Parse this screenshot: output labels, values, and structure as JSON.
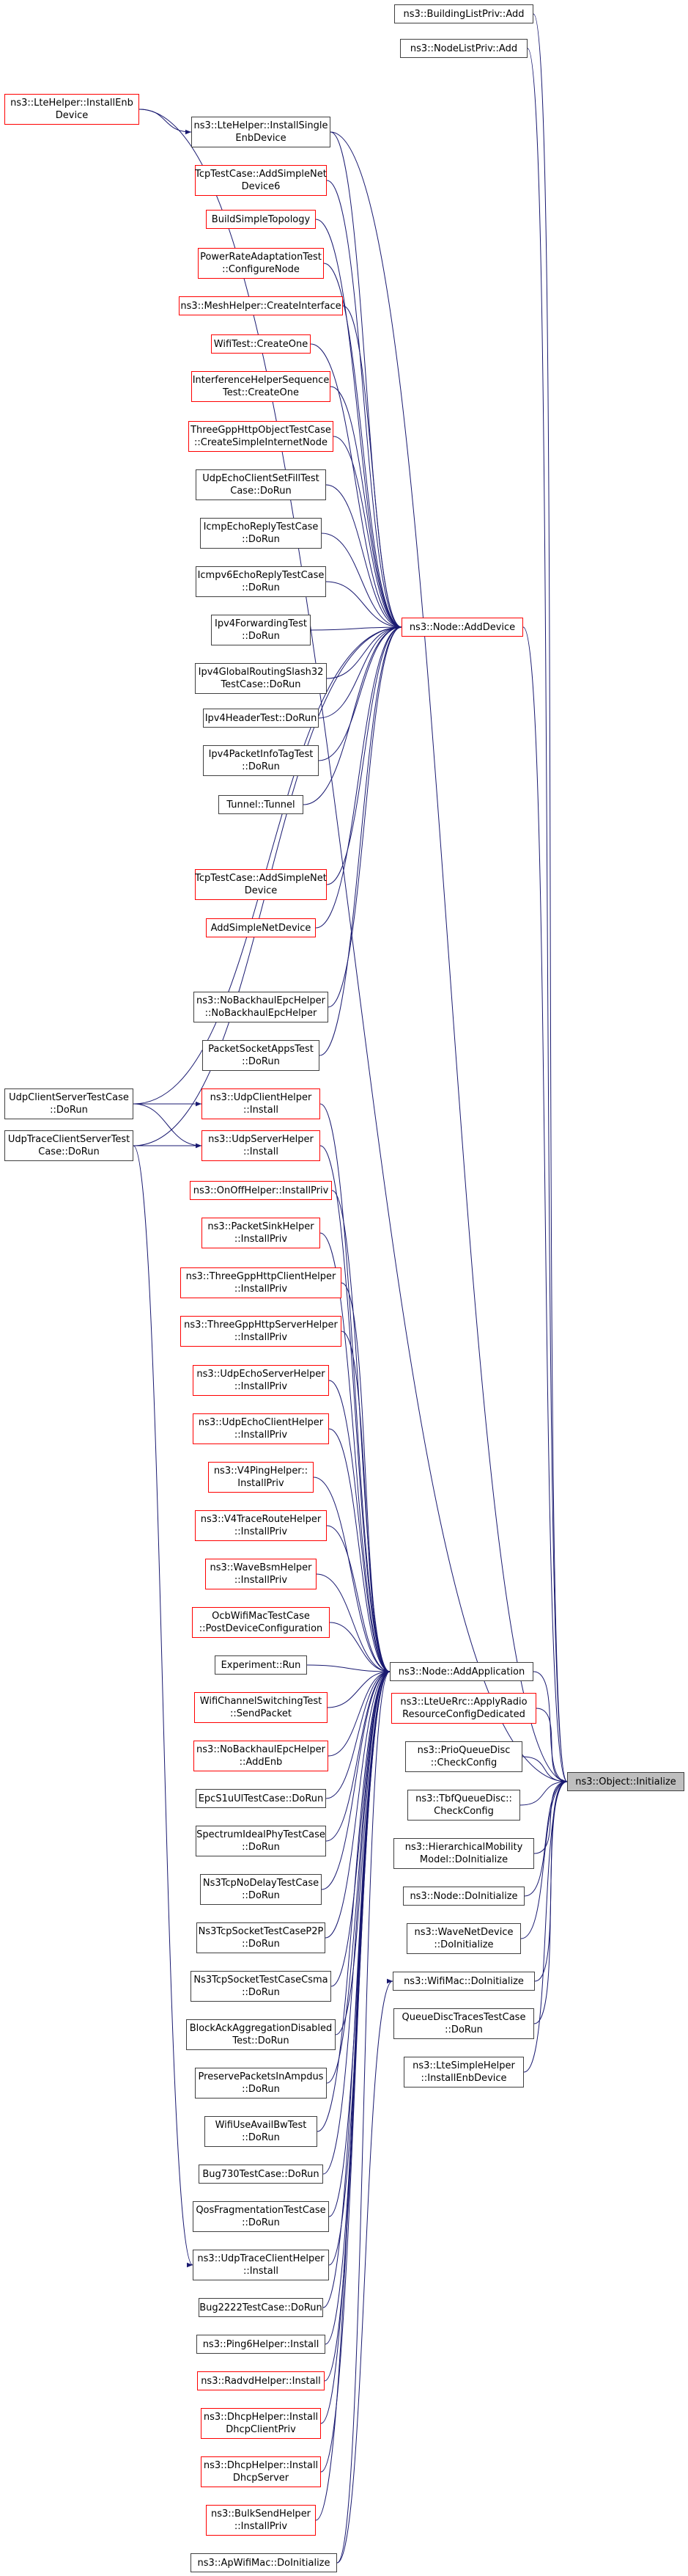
{
  "colors": {
    "edge": "#191970",
    "node_border": "#404040",
    "missing_border": "#ff0000",
    "focus_fill": "#bfbfbf"
  },
  "nodes": [
    {
      "id": "n_buildinglist",
      "label": "ns3::BuildingListPriv::Add",
      "red": false
    },
    {
      "id": "n_nodelist",
      "label": "ns3::NodeListPriv::Add",
      "red": false
    },
    {
      "id": "n_ltehelper_enb",
      "label": "ns3::LteHelper::InstallEnb\nDevice",
      "red": true
    },
    {
      "id": "n_ltehelper_single",
      "label": "ns3::LteHelper::InstallSingle\nEnbDevice",
      "red": false
    },
    {
      "id": "n_tcp_simple6",
      "label": "TcpTestCase::AddSimpleNet\nDevice6",
      "red": true
    },
    {
      "id": "n_buildsimple",
      "label": "BuildSimpleTopology",
      "red": true
    },
    {
      "id": "n_powerrate",
      "label": "PowerRateAdaptationTest\n::ConfigureNode",
      "red": true
    },
    {
      "id": "n_meshhelper",
      "label": "ns3::MeshHelper::CreateInterface",
      "red": true
    },
    {
      "id": "n_wifitest",
      "label": "WifiTest::CreateOne",
      "red": true
    },
    {
      "id": "n_interference",
      "label": "InterferenceHelperSequence\nTest::CreateOne",
      "red": true
    },
    {
      "id": "n_threegpp",
      "label": "ThreeGppHttpObjectTestCase\n::CreateSimpleInternetNode",
      "red": true
    },
    {
      "id": "n_udpechofill",
      "label": "UdpEchoClientSetFillTest\nCase::DoRun",
      "red": false
    },
    {
      "id": "n_icmpecho",
      "label": "IcmpEchoReplyTestCase\n::DoRun",
      "red": false
    },
    {
      "id": "n_icmpv6echo",
      "label": "Icmpv6EchoReplyTestCase\n::DoRun",
      "red": false
    },
    {
      "id": "n_ipv4fwd",
      "label": "Ipv4ForwardingTest\n::DoRun",
      "red": false
    },
    {
      "id": "n_ipv4global",
      "label": "Ipv4GlobalRoutingSlash32\nTestCase::DoRun",
      "red": false
    },
    {
      "id": "n_ipv4header",
      "label": "Ipv4HeaderTest::DoRun",
      "red": false
    },
    {
      "id": "n_ipv4packetinfo",
      "label": "Ipv4PacketInfoTagTest\n::DoRun",
      "red": false
    },
    {
      "id": "n_tunnel",
      "label": "Tunnel::Tunnel",
      "red": false
    },
    {
      "id": "n_tcp_simple",
      "label": "TcpTestCase::AddSimpleNet\nDevice",
      "red": true
    },
    {
      "id": "n_addsimple",
      "label": "AddSimpleNetDevice",
      "red": true
    },
    {
      "id": "n_nobackhaul_ctor",
      "label": "ns3::NoBackhaulEpcHelper\n::NoBackhaulEpcHelper",
      "red": false
    },
    {
      "id": "n_packetsocket",
      "label": "PacketSocketAppsTest\n::DoRun",
      "red": false
    },
    {
      "id": "n_udpclientserver",
      "label": "UdpClientServerTestCase\n::DoRun",
      "red": false
    },
    {
      "id": "n_udptraceclientserver",
      "label": "UdpTraceClientServerTest\nCase::DoRun",
      "red": false
    },
    {
      "id": "n_udpclienthelper",
      "label": "ns3::UdpClientHelper\n::Install",
      "red": true
    },
    {
      "id": "n_udpserverhelper",
      "label": "ns3::UdpServerHelper\n::Install",
      "red": true
    },
    {
      "id": "n_onoff",
      "label": "ns3::OnOffHelper::InstallPriv",
      "red": true
    },
    {
      "id": "n_packetsink",
      "label": "ns3::PacketSinkHelper\n::InstallPriv",
      "red": true
    },
    {
      "id": "n_3gppclient",
      "label": "ns3::ThreeGppHttpClientHelper\n::InstallPriv",
      "red": true
    },
    {
      "id": "n_3gppserver",
      "label": "ns3::ThreeGppHttpServerHelper\n::InstallPriv",
      "red": true
    },
    {
      "id": "n_udpechoserver",
      "label": "ns3::UdpEchoServerHelper\n::InstallPriv",
      "red": true
    },
    {
      "id": "n_udpechoclient",
      "label": "ns3::UdpEchoClientHelper\n::InstallPriv",
      "red": true
    },
    {
      "id": "n_v4ping",
      "label": "ns3::V4PingHelper::\nInstallPriv",
      "red": true
    },
    {
      "id": "n_v4trace",
      "label": "ns3::V4TraceRouteHelper\n::InstallPriv",
      "red": true
    },
    {
      "id": "n_wavebsm",
      "label": "ns3::WaveBsmHelper\n::InstallPriv",
      "red": true
    },
    {
      "id": "n_ocbwifi",
      "label": "OcbWifiMacTestCase\n::PostDeviceConfiguration",
      "red": true
    },
    {
      "id": "n_experiment",
      "label": "Experiment::Run",
      "red": false
    },
    {
      "id": "n_wifichannel",
      "label": "WifiChannelSwitchingTest\n::SendPacket",
      "red": true
    },
    {
      "id": "n_nobackhaul_addenb",
      "label": "ns3::NoBackhaulEpcHelper\n::AddEnb",
      "red": true
    },
    {
      "id": "n_epcs1ul",
      "label": "EpcS1uUlTestCase::DoRun",
      "red": false
    },
    {
      "id": "n_spectrumideal",
      "label": "SpectrumIdealPhyTestCase\n::DoRun",
      "red": false
    },
    {
      "id": "n_ns3tcpnodelay",
      "label": "Ns3TcpNoDelayTestCase\n::DoRun",
      "red": false
    },
    {
      "id": "n_ns3tcpsocketp2p",
      "label": "Ns3TcpSocketTestCaseP2P\n::DoRun",
      "red": false
    },
    {
      "id": "n_ns3tcpsocketcsma",
      "label": "Ns3TcpSocketTestCaseCsma\n::DoRun",
      "red": false
    },
    {
      "id": "n_blockack",
      "label": "BlockAckAggregationDisabled\nTest::DoRun",
      "red": false
    },
    {
      "id": "n_preservepackets",
      "label": "PreservePacketsInAmpdus\n::DoRun",
      "red": false
    },
    {
      "id": "n_wifiuseavail",
      "label": "WifiUseAvailBwTest\n::DoRun",
      "red": false
    },
    {
      "id": "n_bug730",
      "label": "Bug730TestCase::DoRun",
      "red": false
    },
    {
      "id": "n_qosfrag",
      "label": "QosFragmentationTestCase\n::DoRun",
      "red": false
    },
    {
      "id": "n_udptraceclienthelper",
      "label": "ns3::UdpTraceClientHelper\n::Install",
      "red": false
    },
    {
      "id": "n_bug2222",
      "label": "Bug2222TestCase::DoRun",
      "red": false
    },
    {
      "id": "n_ping6",
      "label": "ns3::Ping6Helper::Install",
      "red": false
    },
    {
      "id": "n_radvd",
      "label": "ns3::RadvdHelper::Install",
      "red": true
    },
    {
      "id": "n_dhcpclient",
      "label": "ns3::DhcpHelper::Install\nDhcpClientPriv",
      "red": true
    },
    {
      "id": "n_dhcpserver",
      "label": "ns3::DhcpHelper::Install\nDhcpServer",
      "red": true
    },
    {
      "id": "n_bulksend",
      "label": "ns3::BulkSendHelper\n::InstallPriv",
      "red": true
    },
    {
      "id": "n_apwifimac",
      "label": "ns3::ApWifiMac::DoInitialize",
      "red": false
    },
    {
      "id": "n_adddevice",
      "label": "ns3::Node::AddDevice",
      "red": true
    },
    {
      "id": "n_addapplication",
      "label": "ns3::Node::AddApplication",
      "red": false
    },
    {
      "id": "n_lterrc",
      "label": "ns3::LteUeRrc::ApplyRadio\nResourceConfigDedicated",
      "red": true
    },
    {
      "id": "n_prioqueue",
      "label": "ns3::PrioQueueDisc\n::CheckConfig",
      "red": false
    },
    {
      "id": "n_tbfqueue",
      "label": "ns3::TbfQueueDisc::\nCheckConfig",
      "red": false
    },
    {
      "id": "n_hiermob",
      "label": "ns3::HierarchicalMobility\nModel::DoInitialize",
      "red": false
    },
    {
      "id": "n_nodeinit",
      "label": "ns3::Node::DoInitialize",
      "red": false
    },
    {
      "id": "n_wavenet",
      "label": "ns3::WaveNetDevice\n::DoInitialize",
      "red": false
    },
    {
      "id": "n_wifimacinit",
      "label": "ns3::WifiMac::DoInitialize",
      "red": false
    },
    {
      "id": "n_queuedisc",
      "label": "QueueDiscTracesTestCase\n::DoRun",
      "red": false
    },
    {
      "id": "n_ltesimple",
      "label": "ns3::LteSimpleHelper\n::InstallEnbDevice",
      "red": false
    },
    {
      "id": "n_objectinit",
      "label": "ns3::Object::Initialize",
      "red": false,
      "focus": true
    }
  ],
  "edges": [
    [
      "n_ltehelper_enb",
      "n_ltehelper_single"
    ],
    [
      "n_ltehelper_enb",
      "n_objectinit"
    ],
    [
      "n_ltehelper_single",
      "n_adddevice"
    ],
    [
      "n_ltehelper_single",
      "n_objectinit"
    ],
    [
      "n_buildinglist",
      "n_objectinit"
    ],
    [
      "n_nodelist",
      "n_objectinit"
    ],
    [
      "n_tcp_simple6",
      "n_adddevice"
    ],
    [
      "n_buildsimple",
      "n_adddevice"
    ],
    [
      "n_powerrate",
      "n_adddevice"
    ],
    [
      "n_meshhelper",
      "n_adddevice"
    ],
    [
      "n_wifitest",
      "n_adddevice"
    ],
    [
      "n_interference",
      "n_adddevice"
    ],
    [
      "n_threegpp",
      "n_adddevice"
    ],
    [
      "n_udpechofill",
      "n_adddevice"
    ],
    [
      "n_icmpecho",
      "n_adddevice"
    ],
    [
      "n_icmpv6echo",
      "n_adddevice"
    ],
    [
      "n_ipv4fwd",
      "n_adddevice"
    ],
    [
      "n_ipv4global",
      "n_adddevice"
    ],
    [
      "n_ipv4header",
      "n_adddevice"
    ],
    [
      "n_ipv4packetinfo",
      "n_adddevice"
    ],
    [
      "n_tunnel",
      "n_adddevice"
    ],
    [
      "n_tcp_simple",
      "n_adddevice"
    ],
    [
      "n_addsimple",
      "n_adddevice"
    ],
    [
      "n_nobackhaul_ctor",
      "n_adddevice"
    ],
    [
      "n_packetsocket",
      "n_adddevice"
    ],
    [
      "n_udpclientserver",
      "n_adddevice"
    ],
    [
      "n_udptraceclientserver",
      "n_adddevice"
    ],
    [
      "n_udpclientserver",
      "n_udpclienthelper"
    ],
    [
      "n_udpclientserver",
      "n_udpserverhelper"
    ],
    [
      "n_udptraceclientserver",
      "n_udpserverhelper"
    ],
    [
      "n_udptraceclientserver",
      "n_udptraceclienthelper"
    ],
    [
      "n_adddevice",
      "n_objectinit"
    ],
    [
      "n_udpclienthelper",
      "n_addapplication"
    ],
    [
      "n_udpserverhelper",
      "n_addapplication"
    ],
    [
      "n_onoff",
      "n_addapplication"
    ],
    [
      "n_packetsink",
      "n_addapplication"
    ],
    [
      "n_3gppclient",
      "n_addapplication"
    ],
    [
      "n_3gppserver",
      "n_addapplication"
    ],
    [
      "n_udpechoserver",
      "n_addapplication"
    ],
    [
      "n_udpechoclient",
      "n_addapplication"
    ],
    [
      "n_v4ping",
      "n_addapplication"
    ],
    [
      "n_v4trace",
      "n_addapplication"
    ],
    [
      "n_wavebsm",
      "n_addapplication"
    ],
    [
      "n_ocbwifi",
      "n_addapplication"
    ],
    [
      "n_experiment",
      "n_addapplication"
    ],
    [
      "n_wifichannel",
      "n_addapplication"
    ],
    [
      "n_nobackhaul_addenb",
      "n_addapplication"
    ],
    [
      "n_epcs1ul",
      "n_addapplication"
    ],
    [
      "n_spectrumideal",
      "n_addapplication"
    ],
    [
      "n_ns3tcpnodelay",
      "n_addapplication"
    ],
    [
      "n_ns3tcpsocketp2p",
      "n_addapplication"
    ],
    [
      "n_ns3tcpsocketcsma",
      "n_addapplication"
    ],
    [
      "n_blockack",
      "n_addapplication"
    ],
    [
      "n_preservepackets",
      "n_addapplication"
    ],
    [
      "n_wifiuseavail",
      "n_addapplication"
    ],
    [
      "n_bug730",
      "n_addapplication"
    ],
    [
      "n_qosfrag",
      "n_addapplication"
    ],
    [
      "n_udptraceclienthelper",
      "n_addapplication"
    ],
    [
      "n_bug2222",
      "n_addapplication"
    ],
    [
      "n_ping6",
      "n_addapplication"
    ],
    [
      "n_radvd",
      "n_addapplication"
    ],
    [
      "n_dhcpclient",
      "n_addapplication"
    ],
    [
      "n_dhcpserver",
      "n_addapplication"
    ],
    [
      "n_bulksend",
      "n_addapplication"
    ],
    [
      "n_apwifimac",
      "n_addapplication"
    ],
    [
      "n_apwifimac",
      "n_wifimacinit"
    ],
    [
      "n_addapplication",
      "n_objectinit"
    ],
    [
      "n_lterrc",
      "n_objectinit"
    ],
    [
      "n_prioqueue",
      "n_objectinit"
    ],
    [
      "n_tbfqueue",
      "n_objectinit"
    ],
    [
      "n_hiermob",
      "n_objectinit"
    ],
    [
      "n_nodeinit",
      "n_objectinit"
    ],
    [
      "n_wavenet",
      "n_objectinit"
    ],
    [
      "n_wifimacinit",
      "n_objectinit"
    ],
    [
      "n_queuedisc",
      "n_objectinit"
    ],
    [
      "n_ltesimple",
      "n_objectinit"
    ]
  ]
}
